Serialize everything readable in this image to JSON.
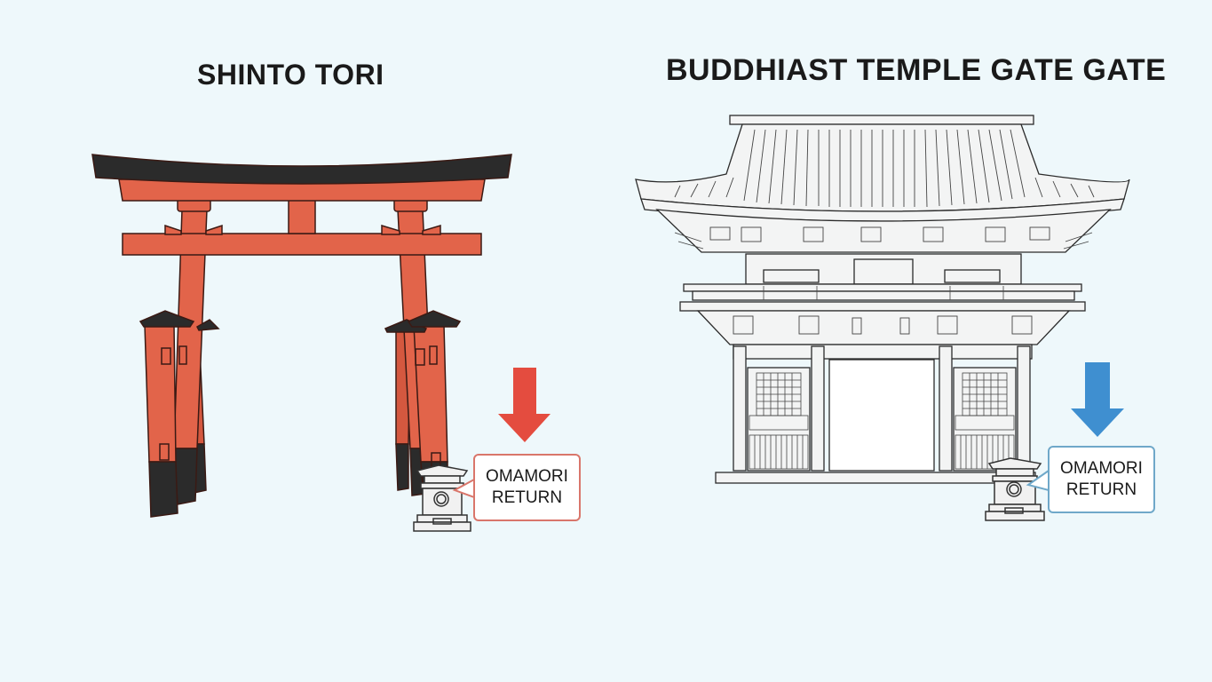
{
  "left_panel": {
    "title": "SHINTO TORI",
    "subject": "torii-gate",
    "callout": {
      "line1": "OMAMORI",
      "line2": "RETURN"
    },
    "arrow_color": "#e44c3f",
    "accent_color": "#e2644a",
    "callout_border_color": "#d9766b"
  },
  "right_panel": {
    "title": "BUDDHIAST TEMPLE GATE GATE",
    "subject": "temple-gate",
    "callout": {
      "line1": "OMAMORI",
      "line2": "RETURN"
    },
    "arrow_color": "#3f8fd0",
    "callout_border_color": "#6fa8c9"
  },
  "background_color": "#eef8fb"
}
